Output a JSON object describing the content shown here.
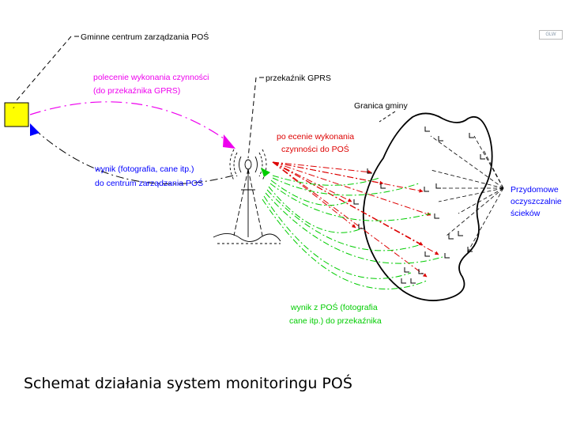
{
  "labels": {
    "center": "Gminne centrum zarządzania POŚ",
    "command_to_relay_1": "polecenie wykonania czynności",
    "command_to_relay_2": "(do przekaźnika GPRS)",
    "relay": "przekaźnik GPRS",
    "border": "Granica gminy",
    "command_to_pos_1": "po ecenie wykonania",
    "command_to_pos_2": "czynności do POŚ",
    "result_to_center_1": "wynik (fotografia, cane itp.)",
    "result_to_center_2": "do centrum zarządzania POŚ",
    "plants_1": "Przydomowe",
    "plants_2": "oczyszczalnie",
    "plants_3": "ścieków",
    "result_from_pos_1": "wynik z POŚ (fotografia",
    "result_from_pos_2": "cane itp.) do przekaźnika",
    "tag": "GLW"
  },
  "caption": "Schemat działania system monitoringu POŚ",
  "colors": {
    "command": "#ee00ee",
    "result_blue": "#0000ff",
    "command_red": "#dd0000",
    "result_green": "#00cc00",
    "center_box": "#ffff00",
    "ink": "#000000"
  }
}
